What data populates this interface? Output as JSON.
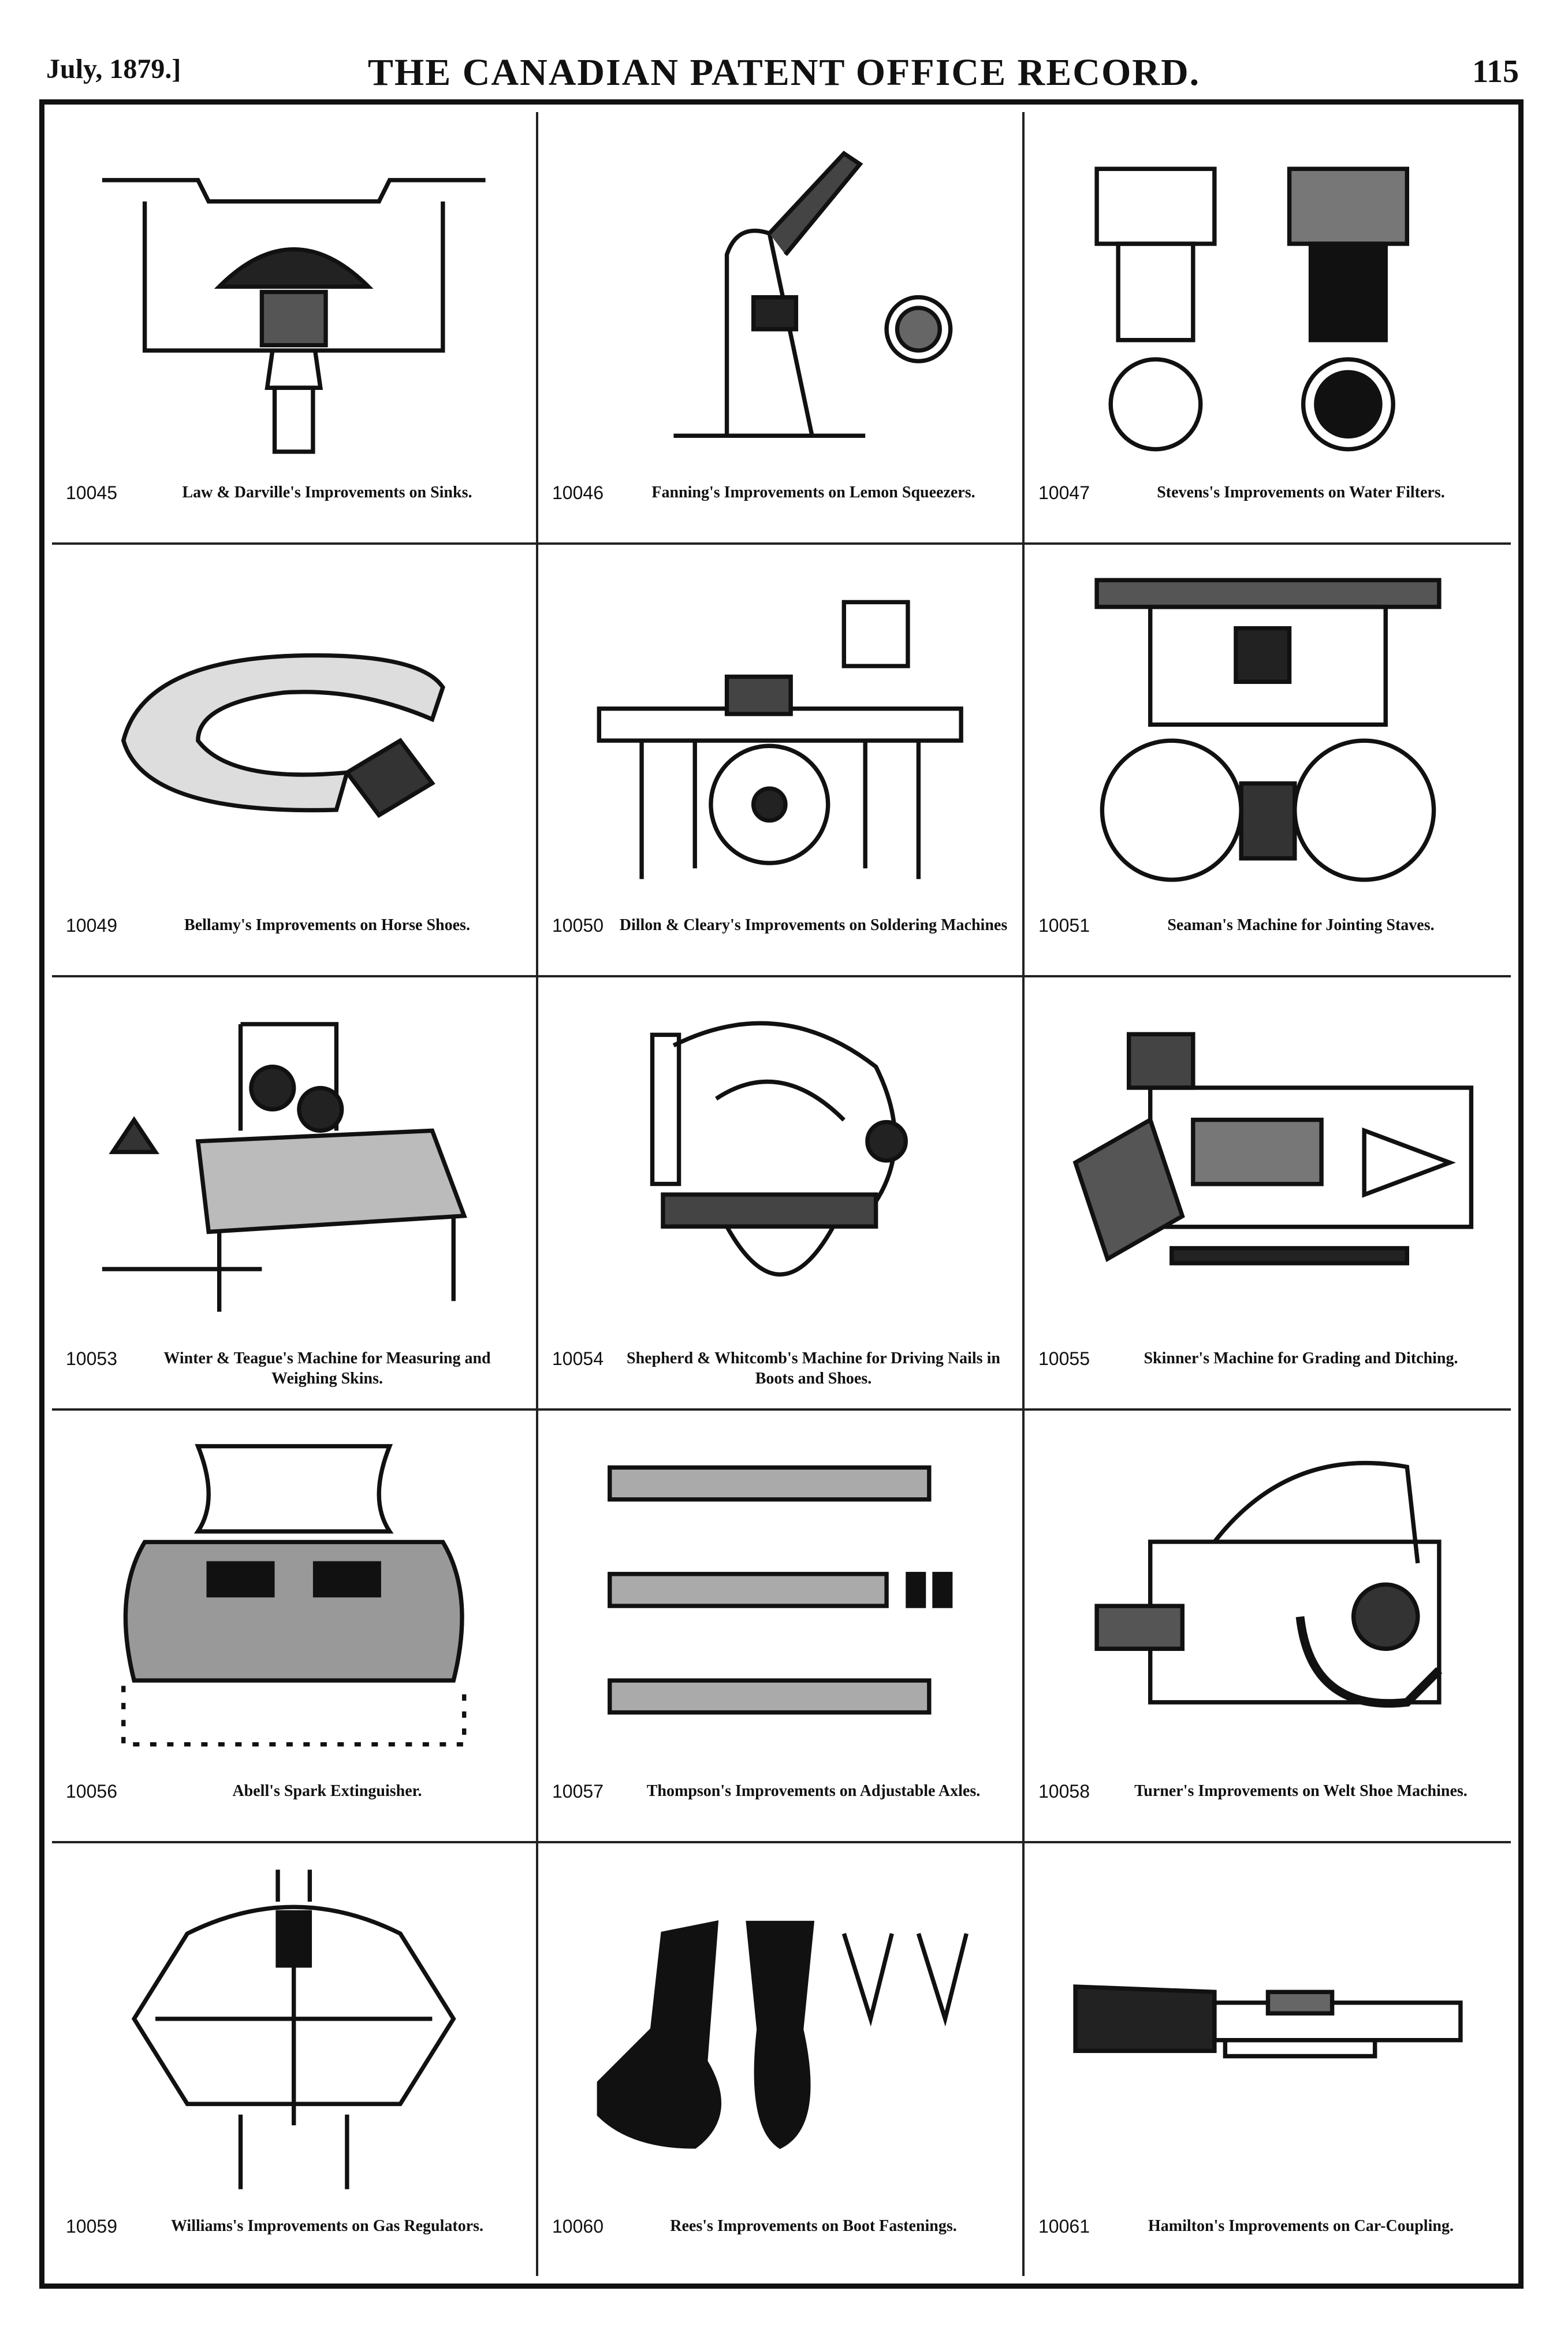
{
  "header": {
    "date": "July, 1879.]",
    "title": "THE CANADIAN PATENT OFFICE RECORD.",
    "page_number": "115"
  },
  "patents": [
    {
      "number": "10045",
      "title": "Law & Darville's Improvements on Sinks.",
      "icon": "sink-drawing-icon"
    },
    {
      "number": "10046",
      "title": "Fanning's Improvements on Lemon Squeezers.",
      "icon": "lemon-squeezer-drawing-icon"
    },
    {
      "number": "10047",
      "title": "Stevens's Improvements on Water Filters.",
      "icon": "water-filter-drawing-icon"
    },
    {
      "number": "10049",
      "title": "Bellamy's Improvements on Horse Shoes.",
      "icon": "horse-shoe-drawing-icon"
    },
    {
      "number": "10050",
      "title": "Dillon & Cleary's Improvements on Soldering Machines",
      "icon": "soldering-machine-drawing-icon"
    },
    {
      "number": "10051",
      "title": "Seaman's Machine for Jointing Staves.",
      "icon": "stave-jointing-machine-drawing-icon"
    },
    {
      "number": "10053",
      "title": "Winter & Teague's Machine for Measuring and Weighing Skins.",
      "icon": "skin-measuring-machine-drawing-icon"
    },
    {
      "number": "10054",
      "title": "Shepherd & Whitcomb's Machine for Driving Nails in Boots and Shoes.",
      "icon": "nailing-machine-drawing-icon"
    },
    {
      "number": "10055",
      "title": "Skinner's Machine for Grading and Ditching.",
      "icon": "grading-machine-drawing-icon"
    },
    {
      "number": "10056",
      "title": "Abell's Spark Extinguisher.",
      "icon": "spark-extinguisher-drawing-icon"
    },
    {
      "number": "10057",
      "title": "Thompson's Improvements on Adjustable Axles.",
      "icon": "axle-drawing-icon"
    },
    {
      "number": "10058",
      "title": "Turner's Improvements on Welt Shoe Machines.",
      "icon": "welt-shoe-machine-drawing-icon"
    },
    {
      "number": "10059",
      "title": "Williams's Improvements on Gas Regulators.",
      "icon": "gas-regulator-drawing-icon"
    },
    {
      "number": "10060",
      "title": "Rees's Improvements on Boot Fastenings.",
      "icon": "boot-fastening-drawing-icon"
    },
    {
      "number": "10061",
      "title": "Hamilton's Improvements on Car-Coupling.",
      "icon": "car-coupling-drawing-icon"
    }
  ]
}
